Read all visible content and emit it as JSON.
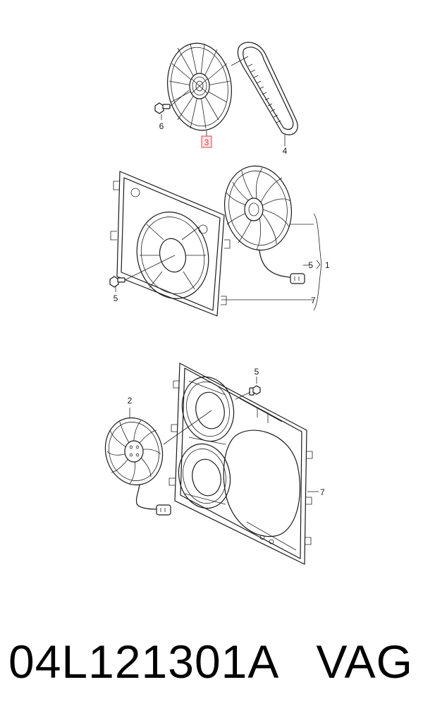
{
  "footer": {
    "part_number": "04L121301A",
    "brand": "VAG"
  },
  "callouts": {
    "fan_clutch": "3",
    "bolt_top": "6",
    "belt": "4",
    "bolt_mid_left": "5",
    "bracket_mid": "7",
    "group_bolt": "5",
    "group_one": "1",
    "fan_small": "2",
    "bolt_bottom": "5",
    "shroud_bottom": "7"
  },
  "colors": {
    "highlight": "#d9434e",
    "line": "#1a1a1a"
  }
}
